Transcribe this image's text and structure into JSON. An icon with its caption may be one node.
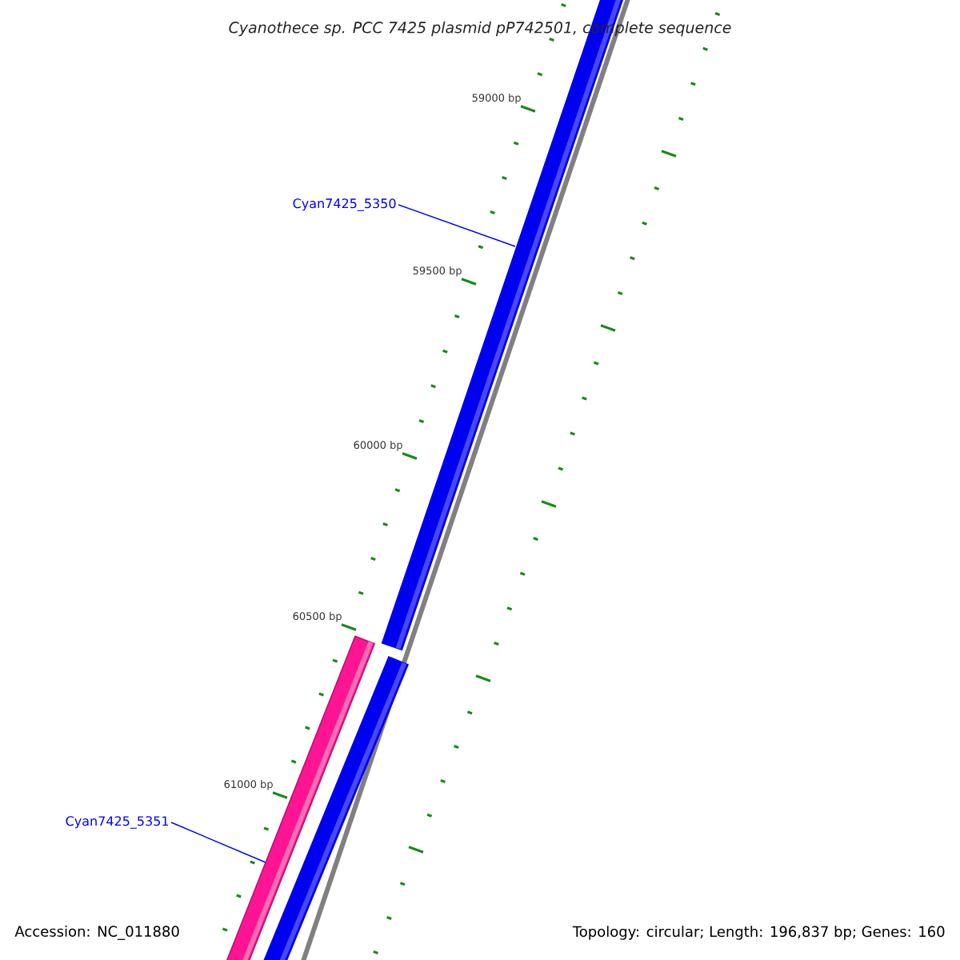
{
  "diagram": {
    "title": "Cyanothece sp. PCC 7425 plasmid pP742501, complete sequence",
    "nodes": [
      {
        "text": [
          "Cyan7425_5350"
        ]
      },
      {
        "text": [],
        "shape": "bar"
      },
      {
        "text": [
          "Cyan7425_5351"
        ]
      },
      {
        "text": [],
        "shape": "bar"
      },
      {
        "text": [],
        "shape": "bar"
      }
    ],
    "edges": [
      {
        "from": 0,
        "to": 1,
        "arrow": "none"
      },
      {
        "from": 2,
        "to": 3,
        "arrow": "none"
      }
    ],
    "labels": [
      "59000 bp",
      "59500 bp",
      "60000 bp",
      "60500 bp",
      "61000 bp",
      "Accession: NC_011880",
      "Topology: circular; Length: 196,837 bp; Genes: 160"
    ]
  }
}
